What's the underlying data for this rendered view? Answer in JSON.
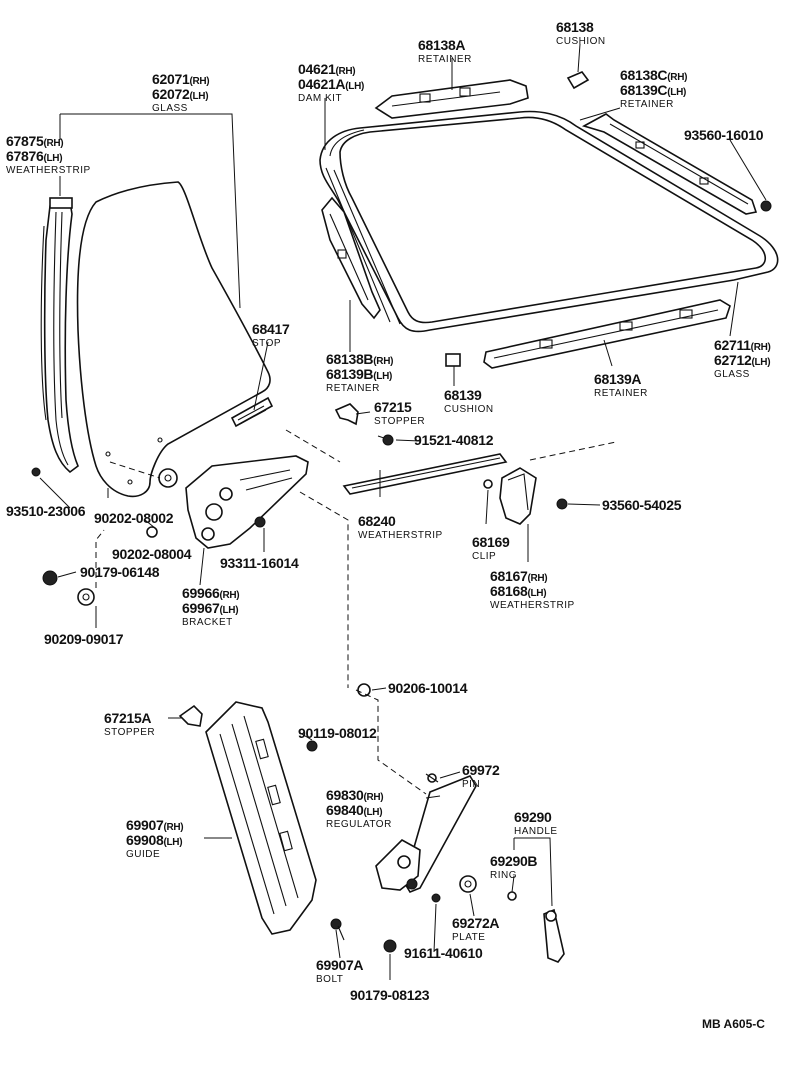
{
  "labels": [
    {
      "id": "62071",
      "lines": [
        [
          "62071",
          "(RH)"
        ],
        [
          "62072",
          "(LH)"
        ]
      ],
      "desc": "GLASS"
    },
    {
      "id": "04621",
      "lines": [
        [
          "04621",
          "(RH)"
        ],
        [
          "04621A",
          "(LH)"
        ]
      ],
      "desc": "DAM KIT"
    },
    {
      "id": "68138A",
      "lines": [
        [
          "68138A",
          ""
        ]
      ],
      "desc": "RETAINER"
    },
    {
      "id": "68138",
      "lines": [
        [
          "68138",
          ""
        ]
      ],
      "desc": "CUSHION"
    },
    {
      "id": "68138C",
      "lines": [
        [
          "68138C",
          "(RH)"
        ],
        [
          "68139C",
          "(LH)"
        ]
      ],
      "desc": "RETAINER"
    },
    {
      "id": "93560-16010",
      "lines": [
        [
          "93560-16010",
          ""
        ]
      ],
      "desc": ""
    },
    {
      "id": "67875",
      "lines": [
        [
          "67875",
          "(RH)"
        ],
        [
          "67876",
          "(LH)"
        ]
      ],
      "desc": "WEATHERSTRIP"
    },
    {
      "id": "68417",
      "lines": [
        [
          "68417",
          ""
        ]
      ],
      "desc": "STOP"
    },
    {
      "id": "68138B",
      "lines": [
        [
          "68138B",
          "(RH)"
        ],
        [
          "68139B",
          "(LH)"
        ]
      ],
      "desc": "RETAINER"
    },
    {
      "id": "68139",
      "lines": [
        [
          "68139",
          ""
        ]
      ],
      "desc": "CUSHION"
    },
    {
      "id": "62711",
      "lines": [
        [
          "62711",
          "(RH)"
        ],
        [
          "62712",
          "(LH)"
        ]
      ],
      "desc": "GLASS"
    },
    {
      "id": "68139A",
      "lines": [
        [
          "68139A",
          ""
        ]
      ],
      "desc": "RETAINER"
    },
    {
      "id": "67215",
      "lines": [
        [
          "67215",
          ""
        ]
      ],
      "desc": "STOPPER"
    },
    {
      "id": "91521-40812",
      "lines": [
        [
          "91521-40812",
          ""
        ]
      ],
      "desc": ""
    },
    {
      "id": "93510-23006",
      "lines": [
        [
          "93510-23006",
          ""
        ]
      ],
      "desc": ""
    },
    {
      "id": "90202-08002",
      "lines": [
        [
          "90202-08002",
          ""
        ]
      ],
      "desc": ""
    },
    {
      "id": "90202-08004",
      "lines": [
        [
          "90202-08004",
          ""
        ]
      ],
      "desc": ""
    },
    {
      "id": "93311-16014",
      "lines": [
        [
          "93311-16014",
          ""
        ]
      ],
      "desc": ""
    },
    {
      "id": "68240",
      "lines": [
        [
          "68240",
          ""
        ]
      ],
      "desc": "WEATHERSTRIP"
    },
    {
      "id": "68169",
      "lines": [
        [
          "68169",
          ""
        ]
      ],
      "desc": "CLIP"
    },
    {
      "id": "93560-54025",
      "lines": [
        [
          "93560-54025",
          ""
        ]
      ],
      "desc": ""
    },
    {
      "id": "90179-06148",
      "lines": [
        [
          "90179-06148",
          ""
        ]
      ],
      "desc": ""
    },
    {
      "id": "69966",
      "lines": [
        [
          "69966",
          "(RH)"
        ],
        [
          "69967",
          "(LH)"
        ]
      ],
      "desc": "BRACKET"
    },
    {
      "id": "68167",
      "lines": [
        [
          "68167",
          "(RH)"
        ],
        [
          "68168",
          "(LH)"
        ]
      ],
      "desc": "WEATHERSTRIP"
    },
    {
      "id": "90209-09017",
      "lines": [
        [
          "90209-09017",
          ""
        ]
      ],
      "desc": ""
    },
    {
      "id": "90206-10014",
      "lines": [
        [
          "90206-10014",
          ""
        ]
      ],
      "desc": ""
    },
    {
      "id": "67215A",
      "lines": [
        [
          "67215A",
          ""
        ]
      ],
      "desc": "STOPPER"
    },
    {
      "id": "90119-08012",
      "lines": [
        [
          "90119-08012",
          ""
        ]
      ],
      "desc": ""
    },
    {
      "id": "69972",
      "lines": [
        [
          "69972",
          ""
        ]
      ],
      "desc": "PIN"
    },
    {
      "id": "69830",
      "lines": [
        [
          "69830",
          "(RH)"
        ],
        [
          "69840",
          "(LH)"
        ]
      ],
      "desc": "REGULATOR"
    },
    {
      "id": "69907",
      "lines": [
        [
          "69907",
          "(RH)"
        ],
        [
          "69908",
          "(LH)"
        ]
      ],
      "desc": "GUIDE"
    },
    {
      "id": "69290",
      "lines": [
        [
          "69290",
          ""
        ]
      ],
      "desc": "HANDLE"
    },
    {
      "id": "69290B",
      "lines": [
        [
          "69290B",
          ""
        ]
      ],
      "desc": "RING"
    },
    {
      "id": "69272A",
      "lines": [
        [
          "69272A",
          ""
        ]
      ],
      "desc": "PLATE"
    },
    {
      "id": "69907A",
      "lines": [
        [
          "69907A",
          ""
        ]
      ],
      "desc": "BOLT"
    },
    {
      "id": "91611-40610",
      "lines": [
        [
          "91611-40610",
          ""
        ]
      ],
      "desc": ""
    },
    {
      "id": "90179-08123",
      "lines": [
        [
          "90179-08123",
          ""
        ]
      ],
      "desc": ""
    }
  ],
  "reference_code": "MB A605-C"
}
